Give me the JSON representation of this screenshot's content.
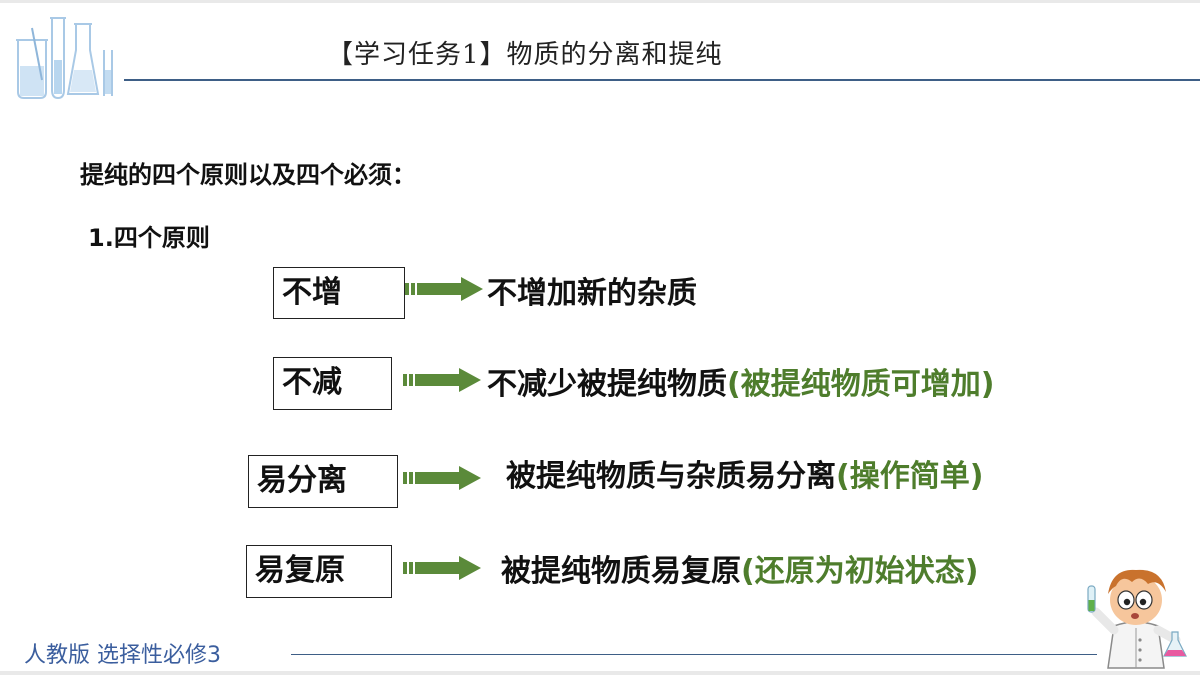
{
  "header": {
    "title": "【学习任务1】物质的分离和提纯"
  },
  "section": {
    "heading": "提纯的四个原则以及四个必须：",
    "subheading": "1.四个原则"
  },
  "principles": [
    {
      "term": "不增",
      "main": "不增加新的杂质",
      "note": ""
    },
    {
      "term": "不减",
      "main": "不减少被提纯物质",
      "note": "(被提纯物质可增加)"
    },
    {
      "term": "易分离",
      "main": "被提纯物质与杂质易分离",
      "note": "(操作简单)"
    },
    {
      "term": "易复原",
      "main": "被提纯物质易复原",
      "note": "(还原为初始状态)"
    }
  ],
  "footer": {
    "text": "人教版 选择性必修3"
  },
  "colors": {
    "accent_green": "#4e7d2c",
    "rule_blue": "#3e5e86",
    "footer_blue": "#3b5e9e"
  },
  "icons": {
    "corner": "lab-glassware-icon",
    "mascot": "scientist-boy-illustration",
    "arrow": "right-arrow-icon"
  }
}
